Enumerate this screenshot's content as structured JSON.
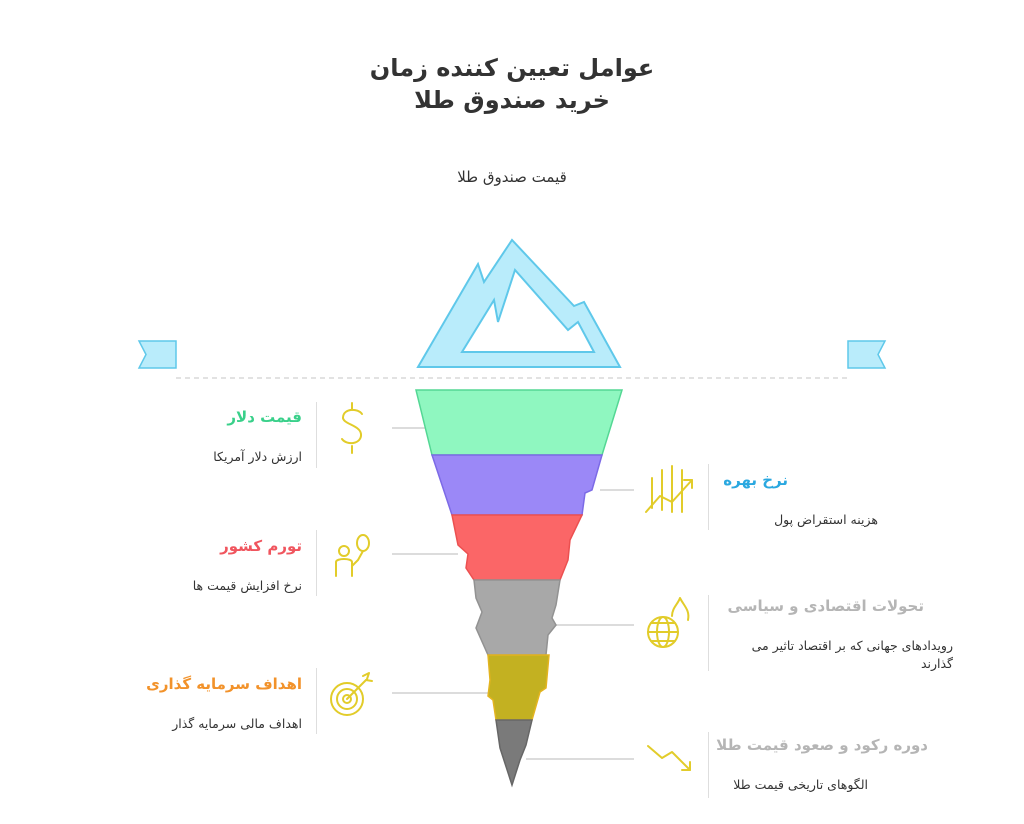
{
  "title": {
    "line1": "عوامل تعیین کننده زمان",
    "line2": "خرید صندوق طلا"
  },
  "peak_label": "قیمت صندوق طلا",
  "colors": {
    "ice": "#5fc8ea",
    "ice_fill": "#b9ecfb",
    "green": "#8ff7c0",
    "purple": "#9b88f7",
    "red": "#fb6667",
    "gray": "#a8a8a8",
    "olive": "#c3b121",
    "dark": "#7a7a7a",
    "icon_yellow": "#e2cc2a"
  },
  "factors_left": [
    {
      "title": "قیمت دلار",
      "desc": "ارزش دلار آمریکا",
      "color": "#39d08a",
      "icon": "dollar-icon"
    },
    {
      "title": "تورم کشور",
      "desc": "نرخ افزایش قیمت ها",
      "color": "#f0555e",
      "icon": "person-balloon-icon"
    },
    {
      "title": "اهداف سرمایه گذاری",
      "desc": "اهداف مالی سرمایه گذار",
      "color": "#f2922a",
      "icon": "target-icon"
    }
  ],
  "factors_right": [
    {
      "title": "نرخ بهره",
      "desc": "هزینه استقراض پول",
      "color": "#2aa8e0",
      "icon": "growth-chart-icon"
    },
    {
      "title": "تحولات اقتصادی و سیاسی",
      "desc": "رویدادهای جهانی که بر اقتصاد تاثیر می گذارند",
      "color": "#b5b5b5",
      "icon": "globe-fire-icon"
    },
    {
      "title": "دوره رکود و صعود قیمت طلا",
      "desc": "الگوهای تاریخی قیمت طلا",
      "color": "#b5b5b5",
      "icon": "trend-down-icon"
    }
  ]
}
